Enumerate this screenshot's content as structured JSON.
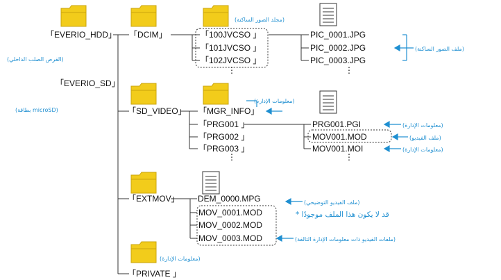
{
  "root": {
    "everio_hdd": "「EVERIO_HDD」",
    "everio_hdd_note": "(القرص الصلب الداخلي)",
    "everio_sd": "「EVERIO_SD」",
    "everio_sd_note": "(بطاقة microSD)"
  },
  "dcim": {
    "label": "「DCIM」",
    "folders": [
      "「100JVCSO 」",
      "「101JVCSO 」",
      "「102JVCSO 」"
    ],
    "folders_note": "(مجلد الصور الساكنة)",
    "files": [
      "PIC_0001.JPG",
      "PIC_0002.JPG",
      "PIC_0003.JPG"
    ],
    "files_note": "(ملف الصور الساكنة)"
  },
  "sd_video": {
    "label": "「SD_VIDEO」",
    "mgr_info": "「MGR_INFO」",
    "mgr_info_note": "(معلومات الإدارة)",
    "prg": [
      "「PRG001 」",
      "「PRG002 」",
      "「PRG003 」"
    ],
    "files": [
      "PRG001.PGI",
      "MOV001.MOD",
      "MOV001.MOI"
    ],
    "file_notes": [
      "(معلومات الإدارة)",
      "(ملف الفيديو)",
      "(معلومات الإدارة)"
    ]
  },
  "extmov": {
    "label": "「EXTMOV」",
    "dem": "DEM_0000.MPG",
    "dem_note": "(ملف الفيديو التوضيحي)",
    "files": [
      "MOV_0001.MOD",
      "MOV_0002.MOD",
      "MOV_0003.MOD"
    ],
    "files_note_top": "* قد لا يكون هذا الملف موجودًا",
    "files_note": "(ملفات الفيديو ذات معلومات الإدارة التالفة)"
  },
  "private": {
    "label": "「PRIVATE 」",
    "note": "(معلومات الإدارة)"
  },
  "ellipsis": "⋮",
  "colors": {
    "accent": "#1f8fd1",
    "folder": "#f2cc1b",
    "folder_edge": "#caa40c",
    "line": "#333333"
  },
  "icons": [
    "folder-icon",
    "document-icon",
    "arrow-left-icon"
  ]
}
